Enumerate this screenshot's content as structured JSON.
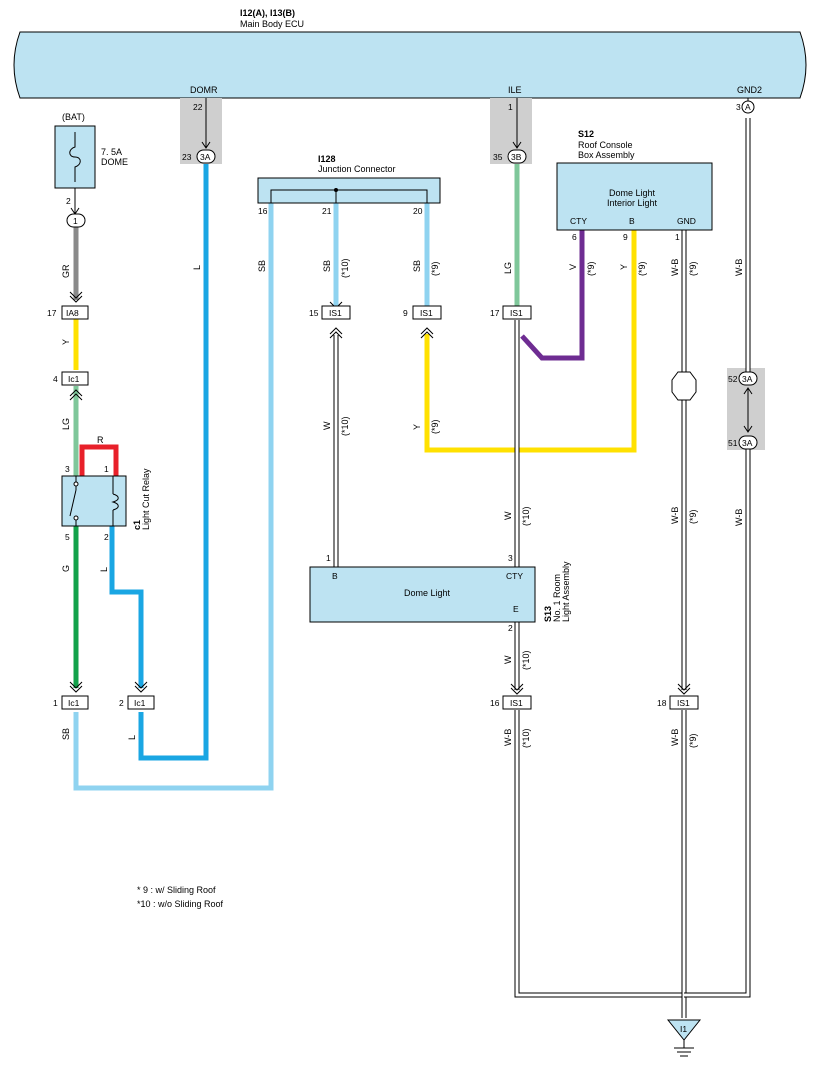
{
  "ecu": {
    "ref": "I12(A), I13(B)",
    "name": "Main Body ECU",
    "terminals": {
      "domr": "DOMR",
      "ile": "ILE",
      "gnd2": "GND2"
    },
    "pins": {
      "domr": "22",
      "ile": "1",
      "gnd2": "3"
    }
  },
  "connectors": {
    "c3a_top": {
      "id": "3A",
      "pin": "23"
    },
    "c3b_top": {
      "id": "3B",
      "pin": "35"
    },
    "ca_gnd": {
      "id": "A"
    },
    "c1": {
      "id": "1",
      "pin": "2"
    },
    "ia8": {
      "id": "IA8",
      "pin": "17"
    },
    "ic1_a": {
      "id": "Ic1",
      "pin": "4"
    },
    "ic1_b": {
      "id": "Ic1",
      "pin": "1"
    },
    "ic1_c": {
      "id": "Ic1",
      "pin": "2"
    },
    "is1_15": {
      "id": "IS1",
      "pin": "15"
    },
    "is1_9": {
      "id": "IS1",
      "pin": "9"
    },
    "is1_17": {
      "id": "IS1",
      "pin": "17"
    },
    "is1_16": {
      "id": "IS1",
      "pin": "16"
    },
    "is1_18": {
      "id": "IS1",
      "pin": "18"
    },
    "c3a_52": {
      "id": "3A",
      "pin": "52"
    },
    "c3a_51": {
      "id": "3A",
      "pin": "51"
    },
    "ground": {
      "id": "I1"
    }
  },
  "fuse": {
    "source": "(BAT)",
    "rating": "7. 5A",
    "name": "DOME"
  },
  "junction": {
    "ref": "I128",
    "name": "Junction Connector",
    "pins": [
      "16",
      "21",
      "20"
    ]
  },
  "s12": {
    "ref": "S12",
    "name_line1": "Roof Console",
    "name_line2": "Box Assembly",
    "title_line1": "Dome Light",
    "title_line2": "Interior Light",
    "terminals": [
      "CTY",
      "B",
      "GND"
    ],
    "pins": [
      "6",
      "9",
      "1"
    ]
  },
  "relay": {
    "ref": "c1",
    "name": "Light Cut Relay",
    "pins": [
      "3",
      "1",
      "5",
      "2"
    ]
  },
  "s13": {
    "ref": "S13",
    "name_line1": "No. 1 Room",
    "name_line2": "Light Assembly",
    "title": "Dome Light",
    "terminals": [
      "B",
      "CTY",
      "E"
    ],
    "pins": [
      "1",
      "3",
      "2"
    ]
  },
  "wires": {
    "gr": "GR",
    "y": "Y",
    "lg": "LG",
    "r": "R",
    "g": "G",
    "l": "L",
    "sb": "SB",
    "v": "V",
    "w": "W",
    "wb": "W-B"
  },
  "notes": {
    "n9": "(*9)",
    "n10": "(*10)",
    "legend9": "* 9 : w/ Sliding Roof",
    "legend10": "*10 : w/o Sliding Roof"
  },
  "colors": {
    "bus": "#bde3f2",
    "box": "#bde3f2",
    "shade": "#cfcfcf",
    "blue_L": "#1aa6e3",
    "blue_SB": "#8fd3f0",
    "gray_GR": "#8a8a8a",
    "yellow": "#ffe100",
    "green_LG": "#7fc79a",
    "green_G": "#12a24a",
    "red": "#e8202a",
    "violet": "#6e2c92"
  }
}
